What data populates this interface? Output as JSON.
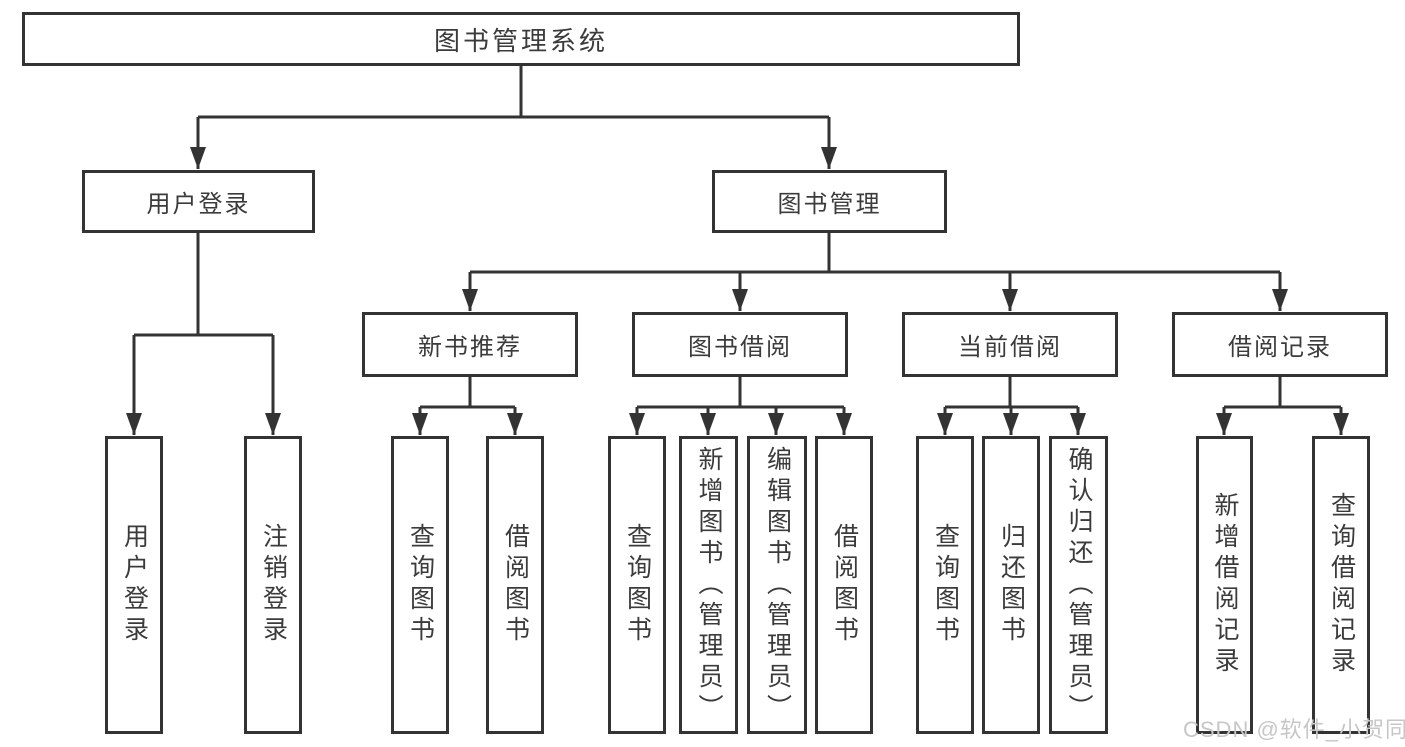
{
  "diagram": {
    "title": "图书管理系统",
    "branches": {
      "user_login": {
        "label": "用户登录",
        "children": [
          "用户登录",
          "注销登录"
        ]
      },
      "book_management": {
        "label": "图书管理",
        "modules": [
          {
            "label": "新书推荐",
            "children": [
              "查询图书",
              "借阅图书"
            ]
          },
          {
            "label": "图书借阅",
            "children": [
              "查询图书",
              "新增图书（管理员）",
              "编辑图书（管理员）",
              "借阅图书"
            ]
          },
          {
            "label": "当前借阅",
            "children": [
              "查询图书",
              "归还图书",
              "确认归还（管理员）"
            ]
          },
          {
            "label": "借阅记录",
            "children": [
              "新增借阅记录",
              "查询借阅记录"
            ]
          }
        ]
      }
    },
    "line_color": "#333333"
  },
  "watermark": {
    "text": "CSDN @软件_小贺同学"
  }
}
